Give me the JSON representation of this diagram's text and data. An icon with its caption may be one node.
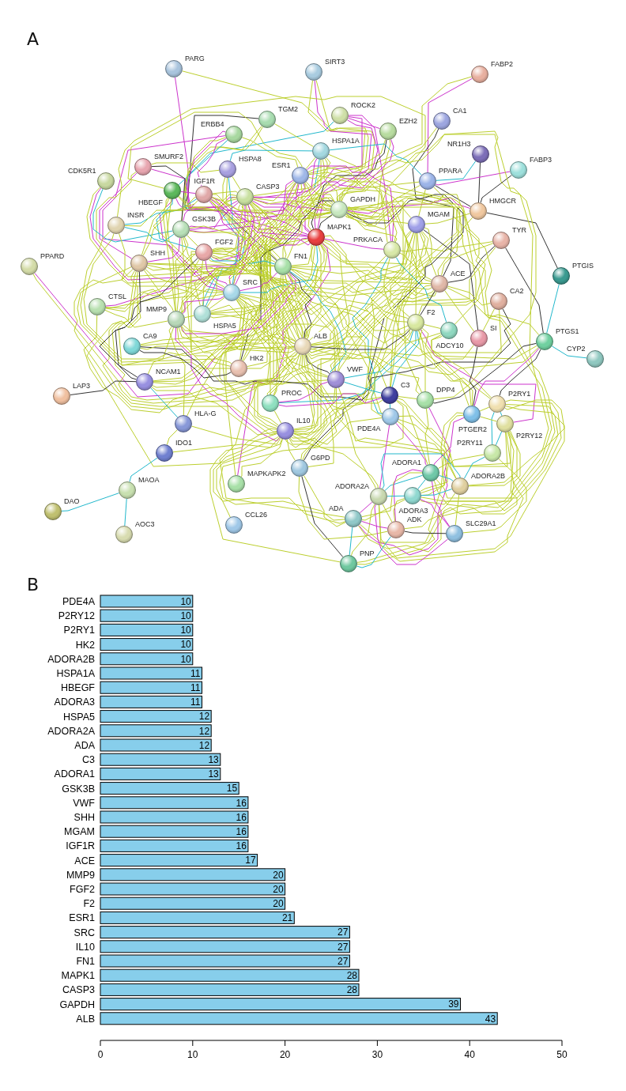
{
  "diagram": {
    "nodes": [
      {
        "text": [
          "PARG"
        ]
      },
      {
        "text": [
          "FABP2"
        ]
      },
      {
        "text": [
          "SIRT3"
        ]
      },
      {
        "text": [
          "CA1"
        ]
      },
      {
        "text": [
          "ROCK2"
        ]
      },
      {
        "text": [
          "TGM2"
        ]
      },
      {
        "text": [
          "EZH2"
        ]
      },
      {
        "text": [
          "ERBB4"
        ]
      },
      {
        "text": [
          "NR1H3"
        ]
      },
      {
        "text": [
          "FABP3"
        ]
      },
      {
        "text": [
          "SMURF2"
        ]
      },
      {
        "text": [
          "HSPA1A"
        ]
      },
      {
        "text": [
          "CDK5R1"
        ]
      },
      {
        "text": [
          "HSPA8"
        ]
      },
      {
        "text": [
          "PPARA"
        ]
      },
      {
        "text": [
          "HBEGF"
        ]
      },
      {
        "text": [
          "ESR1"
        ]
      },
      {
        "text": [
          "IGF1R"
        ]
      },
      {
        "text": [
          "CASP3"
        ]
      },
      {
        "text": [
          "HMGCR"
        ]
      },
      {
        "text": [
          "INSR"
        ]
      },
      {
        "text": [
          "GSK3B"
        ]
      },
      {
        "text": [
          "MGAM"
        ]
      },
      {
        "text": [
          "TYR"
        ]
      },
      {
        "text": [
          "GAPDH"
        ]
      },
      {
        "text": [
          "MAPK1"
        ]
      },
      {
        "text": [
          "PPARD"
        ]
      },
      {
        "text": [
          "SHH"
        ]
      },
      {
        "text": [
          "FGF2"
        ]
      },
      {
        "text": [
          "PRKACA"
        ]
      },
      {
        "text": [
          "PTGIS"
        ]
      },
      {
        "text": [
          "SRC"
        ]
      },
      {
        "text": [
          "FN1"
        ]
      },
      {
        "text": [
          "ACE"
        ]
      },
      {
        "text": [
          "CA2"
        ]
      },
      {
        "text": [
          "CTSL"
        ]
      },
      {
        "text": [
          "MMP9"
        ]
      },
      {
        "text": [
          "HSPA5"
        ]
      },
      {
        "text": [
          "F2"
        ]
      },
      {
        "text": [
          "ALB"
        ]
      },
      {
        "text": [
          "ADCY10"
        ]
      },
      {
        "text": [
          "SI"
        ]
      },
      {
        "text": [
          "PTGS1"
        ]
      },
      {
        "text": [
          "CA9"
        ]
      },
      {
        "text": [
          "HK2"
        ]
      },
      {
        "text": [
          "VWF"
        ]
      },
      {
        "text": [
          "CYP2"
        ]
      },
      {
        "text": [
          "NCAM1"
        ]
      },
      {
        "text": [
          "PROC"
        ]
      },
      {
        "text": [
          "C3"
        ]
      },
      {
        "text": [
          "DPP4"
        ]
      },
      {
        "text": [
          "PDE4A"
        ]
      },
      {
        "text": [
          "LAP3"
        ]
      },
      {
        "text": [
          "P2RY1"
        ]
      },
      {
        "text": [
          "PTGER2"
        ]
      },
      {
        "text": [
          "IL10"
        ]
      },
      {
        "text": [
          "HLA-G"
        ]
      },
      {
        "text": [
          "P2RY12"
        ]
      },
      {
        "text": [
          "IDO1"
        ]
      },
      {
        "text": [
          "G6PD"
        ]
      },
      {
        "text": [
          "P2RY11"
        ]
      },
      {
        "text": [
          "ADORA1"
        ]
      },
      {
        "text": [
          "MAPKAPK2"
        ]
      },
      {
        "text": [
          "ADORA2B"
        ]
      },
      {
        "text": [
          "ADORA2A"
        ]
      },
      {
        "text": [
          "ADORA3"
        ]
      },
      {
        "text": [
          "MAOA"
        ]
      },
      {
        "text": [
          "ADA"
        ]
      },
      {
        "text": [
          "CCL26"
        ]
      },
      {
        "text": [
          "DAO"
        ]
      },
      {
        "text": [
          "ADK"
        ]
      },
      {
        "text": [
          "SLC29A1"
        ]
      },
      {
        "text": [
          "AOC3"
        ]
      },
      {
        "text": [
          "PNP"
        ]
      }
    ],
    "edges": [
      {
        "from": 0,
        "to": 18,
        "arrow": "none",
        "color": "#cc33cc"
      },
      {
        "from": 0,
        "to": 24,
        "arrow": "none"
      },
      {
        "from": 1,
        "to": 14,
        "arrow": "none",
        "color": "#cc33cc"
      },
      {
        "from": 1,
        "to": 39,
        "arrow": "none"
      },
      {
        "from": 2,
        "to": 18,
        "arrow": "none"
      },
      {
        "from": 2,
        "to": 25,
        "arrow": "none",
        "color": "#cc33cc"
      },
      {
        "from": 2,
        "to": 24,
        "arrow": "none"
      },
      {
        "from": 3,
        "to": 39,
        "arrow": "none"
      },
      {
        "from": 3,
        "to": 33,
        "arrow": "none",
        "color": "#333333"
      },
      {
        "from": 4,
        "to": 6,
        "arrow": "none",
        "color": "#cc33cc"
      },
      {
        "from": 4,
        "to": 25,
        "arrow": "none",
        "color": "#cc33cc"
      },
      {
        "from": 4,
        "to": 18,
        "arrow": "none",
        "color": "#cc33cc"
      },
      {
        "from": 4,
        "to": 29,
        "arrow": "none",
        "color": "#cc33cc"
      },
      {
        "from": 4,
        "to": 31,
        "arrow": "none",
        "color": "#22b8cc"
      },
      {
        "from": 5,
        "to": 18,
        "arrow": "none"
      },
      {
        "from": 5,
        "to": 32,
        "arrow": "none",
        "color": "#333333"
      },
      {
        "from": 5,
        "to": 11,
        "arrow": "none"
      },
      {
        "from": 5,
        "to": 39,
        "arrow": "none"
      },
      {
        "from": 6,
        "to": 16,
        "arrow": "none"
      },
      {
        "from": 6,
        "to": 25,
        "arrow": "none",
        "color": "#333333"
      },
      {
        "from": 6,
        "to": 24,
        "arrow": "none"
      },
      {
        "from": 6,
        "to": 31,
        "arrow": "none",
        "color": "#cc33cc"
      },
      {
        "from": 7,
        "to": 15,
        "arrow": "none",
        "color": "#22b8cc"
      },
      {
        "from": 7,
        "to": 17,
        "arrow": "none",
        "color": "#cc33cc"
      },
      {
        "from": 7,
        "to": 31,
        "arrow": "none",
        "color": "#cc33cc"
      },
      {
        "from": 7,
        "to": 16,
        "arrow": "none"
      },
      {
        "from": 7,
        "to": 25,
        "arrow": "none",
        "color": "#cc33cc"
      },
      {
        "from": 7,
        "to": 21,
        "arrow": "none"
      },
      {
        "from": 8,
        "to": 14,
        "arrow": "none",
        "color": "#22b8cc"
      },
      {
        "from": 8,
        "to": 19,
        "arrow": "none",
        "color": "#333333"
      },
      {
        "from": 9,
        "to": 14,
        "arrow": "none",
        "color": "#cc33cc"
      },
      {
        "from": 9,
        "to": 19,
        "arrow": "none",
        "color": "#333333"
      },
      {
        "from": 10,
        "to": 27,
        "arrow": "none",
        "color": "#cc33cc"
      },
      {
        "from": 10,
        "to": 18,
        "arrow": "none",
        "color": "#cc33cc"
      },
      {
        "from": 10,
        "to": 25,
        "arrow": "none"
      },
      {
        "from": 10,
        "to": 21,
        "arrow": "none",
        "color": "#333333"
      },
      {
        "from": 10,
        "to": 13,
        "arrow": "none"
      },
      {
        "from": 11,
        "to": 13,
        "arrow": "none",
        "color": "#22b8cc"
      },
      {
        "from": 11,
        "to": 37,
        "arrow": "none",
        "color": "#22b8cc"
      },
      {
        "from": 11,
        "to": 18,
        "arrow": "none",
        "color": "#cc33cc"
      },
      {
        "from": 11,
        "to": 16,
        "arrow": "none"
      },
      {
        "from": 11,
        "to": 25,
        "arrow": "none"
      },
      {
        "from": 11,
        "to": 24,
        "arrow": "none"
      },
      {
        "from": 11,
        "to": 39,
        "arrow": "none"
      },
      {
        "from": 11,
        "to": 14,
        "arrow": "none",
        "color": "#22b8cc"
      },
      {
        "from": 11,
        "to": 29,
        "arrow": "none"
      },
      {
        "from": 11,
        "to": 55,
        "arrow": "none"
      },
      {
        "from": 12,
        "to": 21,
        "arrow": "none",
        "color": "#22b8cc"
      },
      {
        "from": 12,
        "to": 18,
        "arrow": "none",
        "color": "#cc33cc"
      },
      {
        "from": 12,
        "to": 25,
        "arrow": "none"
      },
      {
        "from": 13,
        "to": 37,
        "arrow": "none",
        "color": "#22b8cc"
      },
      {
        "from": 13,
        "to": 18,
        "arrow": "none"
      },
      {
        "from": 13,
        "to": 24,
        "arrow": "none"
      },
      {
        "from": 13,
        "to": 39,
        "arrow": "none"
      },
      {
        "from": 14,
        "to": 19,
        "arrow": "none",
        "color": "#333333"
      },
      {
        "from": 14,
        "to": 39,
        "arrow": "none"
      },
      {
        "from": 14,
        "to": 16,
        "arrow": "none"
      },
      {
        "from": 14,
        "to": 22,
        "arrow": "none"
      },
      {
        "from": 14,
        "to": 24,
        "arrow": "none"
      },
      {
        "from": 15,
        "to": 17,
        "arrow": "none",
        "color": "#cc33cc"
      },
      {
        "from": 15,
        "to": 36,
        "arrow": "none"
      },
      {
        "from": 15,
        "to": 31,
        "arrow": "none",
        "color": "#cc33cc"
      },
      {
        "from": 15,
        "to": 28,
        "arrow": "none",
        "color": "#22b8cc"
      },
      {
        "from": 15,
        "to": 25,
        "arrow": "none",
        "color": "#cc33cc"
      },
      {
        "from": 15,
        "to": 16,
        "arrow": "none"
      },
      {
        "from": 15,
        "to": 27,
        "arrow": "none"
      },
      {
        "from": 15,
        "to": 18,
        "arrow": "none"
      },
      {
        "from": 15,
        "to": 32,
        "arrow": "none"
      },
      {
        "from": 15,
        "to": 39,
        "arrow": "none"
      },
      {
        "from": 16,
        "to": 18,
        "arrow": "none"
      },
      {
        "from": 16,
        "to": 24,
        "arrow": "none"
      },
      {
        "from": 16,
        "to": 25,
        "arrow": "none",
        "color": "#cc33cc"
      },
      {
        "from": 16,
        "to": 31,
        "arrow": "none",
        "color": "#cc33cc"
      },
      {
        "from": 16,
        "to": 28,
        "arrow": "none"
      },
      {
        "from": 16,
        "to": 36,
        "arrow": "none"
      },
      {
        "from": 16,
        "to": 39,
        "arrow": "none"
      },
      {
        "from": 16,
        "to": 17,
        "arrow": "none",
        "color": "#cc33cc"
      },
      {
        "from": 16,
        "to": 21,
        "arrow": "none",
        "color": "#cc33cc"
      },
      {
        "from": 16,
        "to": 55,
        "arrow": "none"
      },
      {
        "from": 16,
        "to": 32,
        "arrow": "none"
      },
      {
        "from": 16,
        "to": 22,
        "arrow": "none"
      },
      {
        "from": 16,
        "to": 33,
        "arrow": "none"
      },
      {
        "from": 16,
        "to": 29,
        "arrow": "none",
        "color": "#cc33cc"
      },
      {
        "from": 16,
        "to": 37,
        "arrow": "none"
      },
      {
        "from": 16,
        "to": 45,
        "arrow": "none"
      },
      {
        "from": 17,
        "to": 20,
        "arrow": "none",
        "color": "#22b8cc"
      },
      {
        "from": 17,
        "to": 21,
        "arrow": "none",
        "color": "#cc33cc"
      },
      {
        "from": 17,
        "to": 25,
        "arrow": "none",
        "color": "#cc33cc"
      },
      {
        "from": 17,
        "to": 31,
        "arrow": "none",
        "color": "#cc33cc"
      },
      {
        "from": 17,
        "to": 18,
        "arrow": "none"
      },
      {
        "from": 17,
        "to": 24,
        "arrow": "none"
      },
      {
        "from": 17,
        "to": 28,
        "arrow": "none"
      },
      {
        "from": 17,
        "to": 39,
        "arrow": "none"
      },
      {
        "from": 17,
        "to": 32,
        "arrow": "none"
      },
      {
        "from": 17,
        "to": 36,
        "arrow": "none"
      },
      {
        "from": 17,
        "to": 27,
        "arrow": "none"
      },
      {
        "from": 17,
        "to": 37,
        "arrow": "none"
      },
      {
        "from": 17,
        "to": 55,
        "arrow": "none"
      },
      {
        "from": 18,
        "to": 24,
        "arrow": "none",
        "color": "#cc33cc"
      },
      {
        "from": 18,
        "to": 25,
        "arrow": "none",
        "color": "#cc33cc"
      },
      {
        "from": 18,
        "to": 21,
        "arrow": "none",
        "color": "#cc33cc"
      },
      {
        "from": 18,
        "to": 31,
        "arrow": "none"
      },
      {
        "from": 18,
        "to": 32,
        "arrow": "none"
      },
      {
        "from": 18,
        "to": 39,
        "arrow": "none"
      },
      {
        "from": 18,
        "to": 36,
        "arrow": "none"
      },
      {
        "from": 18,
        "to": 28,
        "arrow": "none"
      },
      {
        "from": 18,
        "to": 37,
        "arrow": "none"
      },
      {
        "from": 18,
        "to": 55,
        "arrow": "none"
      },
      {
        "from": 18,
        "to": 44,
        "arrow": "none"
      },
      {
        "from": 18,
        "to": 35,
        "arrow": "none",
        "color": "#cc33cc"
      },
      {
        "from": 18,
        "to": 27,
        "arrow": "none"
      },
      {
        "from": 18,
        "to": 45,
        "arrow": "none"
      },
      {
        "from": 18,
        "to": 33,
        "arrow": "none"
      },
      {
        "from": 18,
        "to": 29,
        "arrow": "none"
      },
      {
        "from": 18,
        "to": 20,
        "arrow": "none"
      },
      {
        "from": 19,
        "to": 30,
        "arrow": "none",
        "color": "#333333"
      },
      {
        "from": 19,
        "to": 39,
        "arrow": "none"
      },
      {
        "from": 19,
        "to": 24,
        "arrow": "none",
        "color": "#cc33cc"
      },
      {
        "from": 19,
        "to": 22,
        "arrow": "none"
      },
      {
        "from": 20,
        "to": 21,
        "arrow": "none",
        "color": "#22b8cc"
      },
      {
        "from": 20,
        "to": 25,
        "arrow": "none"
      },
      {
        "from": 20,
        "to": 31,
        "arrow": "none"
      },
      {
        "from": 20,
        "to": 24,
        "arrow": "none"
      },
      {
        "from": 20,
        "to": 39,
        "arrow": "none"
      },
      {
        "from": 21,
        "to": 25,
        "arrow": "none",
        "color": "#cc33cc"
      },
      {
        "from": 21,
        "to": 24,
        "arrow": "none"
      },
      {
        "from": 21,
        "to": 27,
        "arrow": "none",
        "color": "#cc33cc"
      },
      {
        "from": 21,
        "to": 31,
        "arrow": "none"
      },
      {
        "from": 21,
        "to": 28,
        "arrow": "none"
      },
      {
        "from": 21,
        "to": 39,
        "arrow": "none"
      },
      {
        "from": 21,
        "to": 32,
        "arrow": "none"
      },
      {
        "from": 21,
        "to": 36,
        "arrow": "none"
      },
      {
        "from": 22,
        "to": 41,
        "arrow": "none",
        "color": "#333333"
      },
      {
        "from": 22,
        "to": 39,
        "arrow": "none"
      },
      {
        "from": 22,
        "to": 24,
        "arrow": "none"
      },
      {
        "from": 22,
        "to": 33,
        "arrow": "none"
      },
      {
        "from": 22,
        "to": 38,
        "arrow": "none"
      },
      {
        "from": 22,
        "to": 55,
        "arrow": "none"
      },
      {
        "from": 22,
        "to": 45,
        "arrow": "none"
      },
      {
        "from": 22,
        "to": 50,
        "arrow": "none"
      },
      {
        "from": 22,
        "to": 49,
        "arrow": "none"
      },
      {
        "from": 22,
        "to": 44,
        "arrow": "none"
      },
      {
        "from": 22,
        "to": 25,
        "arrow": "none"
      },
      {
        "from": 22,
        "to": 32,
        "arrow": "none"
      },
      {
        "from": 22,
        "to": 59,
        "arrow": "none"
      },
      {
        "from": 23,
        "to": 42,
        "arrow": "none",
        "color": "#333333"
      },
      {
        "from": 23,
        "to": 25,
        "arrow": "none"
      },
      {
        "from": 23,
        "to": 39,
        "arrow": "none"
      },
      {
        "from": 23,
        "to": 33,
        "arrow": "none",
        "color": "#333333"
      },
      {
        "from": 23,
        "to": 29,
        "arrow": "none"
      },
      {
        "from": 24,
        "to": 25,
        "arrow": "none",
        "color": "#333333"
      },
      {
        "from": 24,
        "to": 39,
        "arrow": "none"
      },
      {
        "from": 24,
        "to": 31,
        "arrow": "none"
      },
      {
        "from": 24,
        "to": 32,
        "arrow": "none"
      },
      {
        "from": 24,
        "to": 28,
        "arrow": "none"
      },
      {
        "from": 24,
        "to": 36,
        "arrow": "none"
      },
      {
        "from": 24,
        "to": 37,
        "arrow": "none"
      },
      {
        "from": 24,
        "to": 44,
        "arrow": "none",
        "color": "#333333"
      },
      {
        "from": 24,
        "to": 59,
        "arrow": "none",
        "color": "#333333"
      },
      {
        "from": 24,
        "to": 55,
        "arrow": "none"
      },
      {
        "from": 24,
        "to": 33,
        "arrow": "none"
      },
      {
        "from": 24,
        "to": 38,
        "arrow": "none"
      },
      {
        "from": 24,
        "to": 45,
        "arrow": "none"
      },
      {
        "from": 24,
        "to": 49,
        "arrow": "none"
      },
      {
        "from": 24,
        "to": 29,
        "arrow": "none"
      },
      {
        "from": 24,
        "to": 27,
        "arrow": "none"
      },
      {
        "from": 24,
        "to": 35,
        "arrow": "none"
      },
      {
        "from": 24,
        "to": 43,
        "arrow": "none"
      },
      {
        "from": 24,
        "to": 47,
        "arrow": "none"
      },
      {
        "from": 24,
        "to": 48,
        "arrow": "none"
      },
      {
        "from": 24,
        "to": 51,
        "arrow": "none"
      },
      {
        "from": 24,
        "to": 67,
        "arrow": "none"
      },
      {
        "from": 24,
        "to": 70,
        "arrow": "none"
      },
      {
        "from": 24,
        "to": 73,
        "arrow": "none"
      },
      {
        "from": 24,
        "to": 40,
        "arrow": "none"
      },
      {
        "from": 24,
        "to": 50,
        "arrow": "none"
      },
      {
        "from": 24,
        "to": 62,
        "arrow": "none"
      },
      {
        "from": 25,
        "to": 31,
        "arrow": "none",
        "color": "#22b8cc"
      },
      {
        "from": 25,
        "to": 29,
        "arrow": "none",
        "color": "#cc33cc"
      },
      {
        "from": 25,
        "to": 32,
        "arrow": "none"
      },
      {
        "from": 25,
        "to": 39,
        "arrow": "none"
      },
      {
        "from": 25,
        "to": 28,
        "arrow": "none",
        "color": "#cc33cc"
      },
      {
        "from": 25,
        "to": 36,
        "arrow": "none"
      },
      {
        "from": 25,
        "to": 37,
        "arrow": "none"
      },
      {
        "from": 25,
        "to": 55,
        "arrow": "none"
      },
      {
        "from": 25,
        "to": 62,
        "arrow": "none",
        "color": "#cc33cc"
      },
      {
        "from": 25,
        "to": 27,
        "arrow": "none"
      },
      {
        "from": 25,
        "to": 38,
        "arrow": "none"
      },
      {
        "from": 25,
        "to": 33,
        "arrow": "none"
      },
      {
        "from": 26,
        "to": 32,
        "arrow": "none",
        "color": "#cc33cc"
      },
      {
        "from": 26,
        "to": 33,
        "arrow": "none"
      },
      {
        "from": 27,
        "to": 47,
        "arrow": "none",
        "color": "#333333"
      },
      {
        "from": 27,
        "to": 28,
        "arrow": "none"
      },
      {
        "from": 27,
        "to": 31,
        "arrow": "none"
      },
      {
        "from": 27,
        "to": 36,
        "arrow": "none"
      },
      {
        "from": 27,
        "to": 39,
        "arrow": "none"
      },
      {
        "from": 27,
        "to": 32,
        "arrow": "none"
      },
      {
        "from": 27,
        "to": 55,
        "arrow": "none"
      },
      {
        "from": 27,
        "to": 44,
        "arrow": "none"
      },
      {
        "from": 27,
        "to": 45,
        "arrow": "none"
      },
      {
        "from": 28,
        "to": 31,
        "arrow": "none",
        "color": "#cc33cc"
      },
      {
        "from": 28,
        "to": 32,
        "arrow": "none",
        "color": "#22b8cc"
      },
      {
        "from": 28,
        "to": 36,
        "arrow": "none"
      },
      {
        "from": 28,
        "to": 39,
        "arrow": "none"
      },
      {
        "from": 28,
        "to": 37,
        "arrow": "none"
      },
      {
        "from": 28,
        "to": 47,
        "arrow": "none",
        "color": "#333333"
      },
      {
        "from": 28,
        "to": 55,
        "arrow": "none"
      },
      {
        "from": 28,
        "to": 45,
        "arrow": "none"
      },
      {
        "from": 28,
        "to": 33,
        "arrow": "none"
      },
      {
        "from": 28,
        "to": 38,
        "arrow": "none"
      },
      {
        "from": 28,
        "to": 44,
        "arrow": "none"
      },
      {
        "from": 28,
        "to": 48,
        "arrow": "none"
      },
      {
        "from": 29,
        "to": 40,
        "arrow": "none",
        "color": "#22b8cc"
      },
      {
        "from": 29,
        "to": 51,
        "arrow": "none",
        "color": "#22b8cc"
      },
      {
        "from": 29,
        "to": 54,
        "arrow": "none"
      },
      {
        "from": 29,
        "to": 39,
        "arrow": "none"
      },
      {
        "from": 29,
        "to": 33,
        "arrow": "none"
      },
      {
        "from": 30,
        "to": 42,
        "arrow": "none",
        "color": "#22b8cc"
      },
      {
        "from": 31,
        "to": 32,
        "arrow": "none",
        "color": "#cc33cc"
      },
      {
        "from": 31,
        "to": 36,
        "arrow": "none",
        "color": "#cc33cc"
      },
      {
        "from": 31,
        "to": 39,
        "arrow": "none"
      },
      {
        "from": 31,
        "to": 37,
        "arrow": "none"
      },
      {
        "from": 31,
        "to": 55,
        "arrow": "none"
      },
      {
        "from": 31,
        "to": 45,
        "arrow": "none"
      },
      {
        "from": 31,
        "to": 38,
        "arrow": "none"
      },
      {
        "from": 31,
        "to": 47,
        "arrow": "none"
      },
      {
        "from": 31,
        "to": 33,
        "arrow": "none"
      },
      {
        "from": 31,
        "to": 44,
        "arrow": "none"
      },
      {
        "from": 31,
        "to": 49,
        "arrow": "none"
      },
      {
        "from": 31,
        "to": 35,
        "arrow": "none"
      },
      {
        "from": 31,
        "to": 43,
        "arrow": "none"
      },
      {
        "from": 31,
        "to": 48,
        "arrow": "none"
      },
      {
        "from": 32,
        "to": 36,
        "arrow": "none",
        "color": "#cc33cc"
      },
      {
        "from": 32,
        "to": 39,
        "arrow": "none",
        "color": "#333333"
      },
      {
        "from": 32,
        "to": 37,
        "arrow": "none"
      },
      {
        "from": 32,
        "to": 38,
        "arrow": "none"
      },
      {
        "from": 32,
        "to": 45,
        "arrow": "none",
        "color": "#22b8cc"
      },
      {
        "from": 32,
        "to": 55,
        "arrow": "none"
      },
      {
        "from": 32,
        "to": 33,
        "arrow": "none"
      },
      {
        "from": 32,
        "to": 49,
        "arrow": "none"
      },
      {
        "from": 32,
        "to": 48,
        "arrow": "none"
      },
      {
        "from": 32,
        "to": 44,
        "arrow": "none"
      },
      {
        "from": 32,
        "to": 35,
        "arrow": "none"
      },
      {
        "from": 32,
        "to": 47,
        "arrow": "none"
      },
      {
        "from": 32,
        "to": 56,
        "arrow": "none"
      },
      {
        "from": 32,
        "to": 59,
        "arrow": "none"
      },
      {
        "from": 33,
        "to": 39,
        "arrow": "none"
      },
      {
        "from": 33,
        "to": 38,
        "arrow": "none",
        "color": "#333333"
      },
      {
        "from": 33,
        "to": 41,
        "arrow": "none"
      },
      {
        "from": 33,
        "to": 42,
        "arrow": "none"
      },
      {
        "from": 33,
        "to": 34,
        "arrow": "none"
      },
      {
        "from": 34,
        "to": 39,
        "arrow": "none"
      },
      {
        "from": 34,
        "to": 43,
        "arrow": "none",
        "color": "#333333"
      },
      {
        "from": 34,
        "to": 41,
        "arrow": "none"
      },
      {
        "from": 35,
        "to": 36,
        "arrow": "none"
      },
      {
        "from": 35,
        "to": 39,
        "arrow": "none"
      },
      {
        "from": 36,
        "to": 37,
        "arrow": "none"
      },
      {
        "from": 36,
        "to": 39,
        "arrow": "none"
      },
      {
        "from": 36,
        "to": 55,
        "arrow": "none",
        "color": "#cc33cc"
      },
      {
        "from": 36,
        "to": 38,
        "arrow": "none"
      },
      {
        "from": 36,
        "to": 45,
        "arrow": "none"
      },
      {
        "from": 36,
        "to": 47,
        "arrow": "none"
      },
      {
        "from": 36,
        "to": 56,
        "arrow": "none"
      },
      {
        "from": 36,
        "to": 44,
        "arrow": "none"
      },
      {
        "from": 37,
        "to": 39,
        "arrow": "none"
      },
      {
        "from": 38,
        "to": 39,
        "arrow": "none",
        "color": "#333333"
      },
      {
        "from": 38,
        "to": 45,
        "arrow": "none",
        "color": "#22b8cc"
      },
      {
        "from": 38,
        "to": 48,
        "arrow": "none",
        "color": "#22b8cc"
      },
      {
        "from": 38,
        "to": 49,
        "arrow": "none",
        "color": "#22b8cc"
      },
      {
        "from": 38,
        "to": 51,
        "arrow": "none"
      },
      {
        "from": 38,
        "to": 50,
        "arrow": "none"
      },
      {
        "from": 38,
        "to": 57,
        "arrow": "none",
        "color": "#cc33cc"
      },
      {
        "from": 38,
        "to": 53,
        "arrow": "none"
      },
      {
        "from": 38,
        "to": 42,
        "arrow": "none"
      },
      {
        "from": 38,
        "to": 55,
        "arrow": "none"
      },
      {
        "from": 38,
        "to": 40,
        "arrow": "none"
      },
      {
        "from": 38,
        "to": 54,
        "arrow": "none"
      },
      {
        "from": 39,
        "to": 45,
        "arrow": "none",
        "color": "#333333"
      },
      {
        "from": 39,
        "to": 55,
        "arrow": "none"
      },
      {
        "from": 39,
        "to": 49,
        "arrow": "none"
      },
      {
        "from": 39,
        "to": 48,
        "arrow": "none"
      },
      {
        "from": 39,
        "to": 44,
        "arrow": "none"
      },
      {
        "from": 39,
        "to": 59,
        "arrow": "none"
      },
      {
        "from": 39,
        "to": 67,
        "arrow": "none"
      },
      {
        "from": 39,
        "to": 41,
        "arrow": "none"
      },
      {
        "from": 39,
        "to": 43,
        "arrow": "none"
      },
      {
        "from": 39,
        "to": 47,
        "arrow": "none"
      },
      {
        "from": 39,
        "to": 50,
        "arrow": "none"
      },
      {
        "from": 39,
        "to": 73,
        "arrow": "none"
      },
      {
        "from": 39,
        "to": 64,
        "arrow": "none"
      },
      {
        "from": 39,
        "to": 42,
        "arrow": "none"
      },
      {
        "from": 39,
        "to": 40,
        "arrow": "none"
      },
      {
        "from": 40,
        "to": 54,
        "arrow": "none"
      },
      {
        "from": 40,
        "to": 53,
        "arrow": "none"
      },
      {
        "from": 41,
        "to": 54,
        "arrow": "none",
        "color": "#333333"
      },
      {
        "from": 42,
        "to": 46,
        "arrow": "none",
        "color": "#22b8cc"
      },
      {
        "from": 42,
        "to": 54,
        "arrow": "none",
        "color": "#cc33cc"
      },
      {
        "from": 42,
        "to": 53,
        "arrow": "none",
        "color": "#333333"
      },
      {
        "from": 42,
        "to": 50,
        "arrow": "none",
        "color": "#333333"
      },
      {
        "from": 43,
        "to": 44,
        "arrow": "none",
        "color": "#333333"
      },
      {
        "from": 45,
        "to": 48,
        "arrow": "none",
        "color": "#cc33cc"
      },
      {
        "from": 45,
        "to": 49,
        "arrow": "none",
        "color": "#22b8cc"
      },
      {
        "from": 45,
        "to": 55,
        "arrow": "none"
      },
      {
        "from": 45,
        "to": 57,
        "arrow": "none"
      },
      {
        "from": 45,
        "to": 67,
        "arrow": "none"
      },
      {
        "from": 47,
        "to": 52,
        "arrow": "none",
        "color": "#333333"
      },
      {
        "from": 47,
        "to": 56,
        "arrow": "none",
        "color": "#22b8cc"
      },
      {
        "from": 48,
        "to": 49,
        "arrow": "none",
        "color": "#cc33cc"
      },
      {
        "from": 48,
        "to": 55,
        "arrow": "none"
      },
      {
        "from": 49,
        "to": 55,
        "arrow": "none"
      },
      {
        "from": 49,
        "to": 51,
        "arrow": "none",
        "color": "#22b8cc"
      },
      {
        "from": 49,
        "to": 50,
        "arrow": "none"
      },
      {
        "from": 49,
        "to": 61,
        "arrow": "none"
      },
      {
        "from": 49,
        "to": 65,
        "arrow": "none"
      },
      {
        "from": 50,
        "to": 67,
        "arrow": "none",
        "color": "#cc33cc"
      },
      {
        "from": 50,
        "to": 61,
        "arrow": "none"
      },
      {
        "from": 51,
        "to": 61,
        "arrow": "none",
        "color": "#cc33cc"
      },
      {
        "from": 51,
        "to": 64,
        "arrow": "none",
        "color": "#cc33cc"
      },
      {
        "from": 51,
        "to": 63,
        "arrow": "none"
      },
      {
        "from": 51,
        "to": 65,
        "arrow": "none"
      },
      {
        "from": 51,
        "to": 57,
        "arrow": "none"
      },
      {
        "from": 51,
        "to": 55,
        "arrow": "none"
      },
      {
        "from": 53,
        "to": 54,
        "arrow": "none"
      },
      {
        "from": 53,
        "to": 57,
        "arrow": "none",
        "color": "#22b8cc"
      },
      {
        "from": 53,
        "to": 60,
        "arrow": "none",
        "color": "#22b8cc"
      },
      {
        "from": 53,
        "to": 61,
        "arrow": "none"
      },
      {
        "from": 53,
        "to": 65,
        "arrow": "none"
      },
      {
        "from": 53,
        "to": 64,
        "arrow": "none"
      },
      {
        "from": 53,
        "to": 63,
        "arrow": "none"
      },
      {
        "from": 54,
        "to": 57,
        "arrow": "none"
      },
      {
        "from": 54,
        "to": 61,
        "arrow": "none",
        "color": "#cc33cc"
      },
      {
        "from": 54,
        "to": 63,
        "arrow": "none"
      },
      {
        "from": 54,
        "to": 65,
        "arrow": "none"
      },
      {
        "from": 55,
        "to": 56,
        "arrow": "none"
      },
      {
        "from": 55,
        "to": 58,
        "arrow": "none"
      },
      {
        "from": 55,
        "to": 59,
        "arrow": "none"
      },
      {
        "from": 55,
        "to": 62,
        "arrow": "none"
      },
      {
        "from": 55,
        "to": 68,
        "arrow": "none"
      },
      {
        "from": 55,
        "to": 67,
        "arrow": "none"
      },
      {
        "from": 55,
        "to": 64,
        "arrow": "none"
      },
      {
        "from": 55,
        "to": 47,
        "arrow": "none"
      },
      {
        "from": 55,
        "to": 73,
        "arrow": "none"
      },
      {
        "from": 56,
        "to": 58,
        "arrow": "none"
      },
      {
        "from": 57,
        "to": 60,
        "arrow": "none",
        "color": "#22b8cc"
      },
      {
        "from": 57,
        "to": 61,
        "arrow": "none"
      },
      {
        "from": 57,
        "to": 63,
        "arrow": "none"
      },
      {
        "from": 57,
        "to": 64,
        "arrow": "none"
      },
      {
        "from": 57,
        "to": 65,
        "arrow": "none"
      },
      {
        "from": 58,
        "to": 66,
        "arrow": "none",
        "color": "#22b8cc"
      },
      {
        "from": 59,
        "to": 67,
        "arrow": "none"
      },
      {
        "from": 59,
        "to": 73,
        "arrow": "none",
        "color": "#333333"
      },
      {
        "from": 59,
        "to": 70,
        "arrow": "none"
      },
      {
        "from": 60,
        "to": 63,
        "arrow": "none",
        "color": "#22b8cc"
      },
      {
        "from": 60,
        "to": 71,
        "arrow": "none"
      },
      {
        "from": 60,
        "to": 61,
        "arrow": "none"
      },
      {
        "from": 61,
        "to": 63,
        "arrow": "none",
        "color": "#22b8cc"
      },
      {
        "from": 61,
        "to": 64,
        "arrow": "none",
        "color": "#22b8cc"
      },
      {
        "from": 61,
        "to": 65,
        "arrow": "none",
        "color": "#22b8cc"
      },
      {
        "from": 61,
        "to": 67,
        "arrow": "none"
      },
      {
        "from": 61,
        "to": 70,
        "arrow": "none",
        "color": "#cc33cc"
      },
      {
        "from": 61,
        "to": 71,
        "arrow": "none",
        "color": "#cc33cc"
      },
      {
        "from": 63,
        "to": 64,
        "arrow": "none",
        "color": "#22b8cc"
      },
      {
        "from": 63,
        "to": 65,
        "arrow": "none",
        "color": "#22b8cc"
      },
      {
        "from": 63,
        "to": 71,
        "arrow": "none"
      },
      {
        "from": 63,
        "to": 67,
        "arrow": "none"
      },
      {
        "from": 64,
        "to": 65,
        "arrow": "none",
        "color": "#22b8cc"
      },
      {
        "from": 64,
        "to": 67,
        "arrow": "none",
        "color": "#cc33cc"
      },
      {
        "from": 64,
        "to": 70,
        "arrow": "none"
      },
      {
        "from": 64,
        "to": 71,
        "arrow": "none",
        "color": "#cc33cc"
      },
      {
        "from": 64,
        "to": 73,
        "arrow": "none"
      },
      {
        "from": 65,
        "to": 67,
        "arrow": "none"
      },
      {
        "from": 65,
        "to": 70,
        "arrow": "none"
      },
      {
        "from": 65,
        "to": 71,
        "arrow": "none",
        "color": "#cc33cc"
      },
      {
        "from": 66,
        "to": 69,
        "arrow": "none",
        "color": "#22b8cc"
      },
      {
        "from": 66,
        "to": 72,
        "arrow": "none",
        "color": "#22b8cc"
      },
      {
        "from": 67,
        "to": 70,
        "arrow": "none",
        "color": "#cc33cc"
      },
      {
        "from": 67,
        "to": 73,
        "arrow": "none",
        "color": "#22b8cc"
      },
      {
        "from": 70,
        "to": 73,
        "arrow": "none",
        "color": "#22b8cc"
      },
      {
        "from": 70,
        "to": 71,
        "arrow": "none",
        "color": "#333333"
      }
    ],
    "labels": [
      "A",
      "B"
    ],
    "chart_data": {
      "type": "bar",
      "orientation": "horizontal",
      "categories": [
        "PDE4A",
        "P2RY12",
        "P2RY1",
        "HK2",
        "ADORA2B",
        "HSPA1A",
        "HBEGF",
        "ADORA3",
        "HSPA5",
        "ADORA2A",
        "ADA",
        "C3",
        "ADORA1",
        "GSK3B",
        "VWF",
        "SHH",
        "MGAM",
        "IGF1R",
        "ACE",
        "MMP9",
        "FGF2",
        "F2",
        "ESR1",
        "SRC",
        "IL10",
        "FN1",
        "MAPK1",
        "CASP3",
        "GAPDH",
        "ALB"
      ],
      "series": [
        {
          "color": "#87ceeb",
          "values": [
            10,
            10,
            10,
            10,
            10,
            11,
            11,
            11,
            12,
            12,
            12,
            13,
            13,
            15,
            16,
            16,
            16,
            16,
            17,
            20,
            20,
            20,
            21,
            27,
            27,
            27,
            28,
            28,
            39,
            43
          ]
        }
      ],
      "xlim": [
        0,
        50
      ],
      "xticks": [
        0,
        10,
        20,
        30,
        40,
        50
      ],
      "data_labels": true
    }
  }
}
